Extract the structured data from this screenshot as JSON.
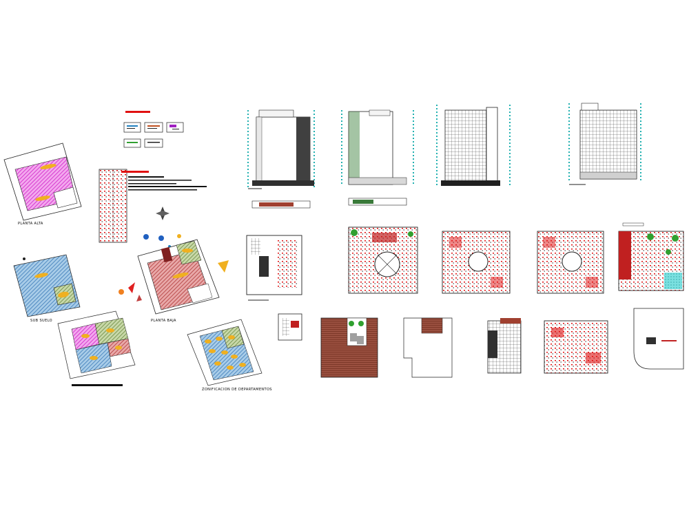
{
  "labels": {
    "planta_alta": "PLANTA ALTA",
    "sub_suelo": "SUB SUELO",
    "planta_baja": "PLANTA BAJA",
    "zonificacion": "ZONIFICACION DE DEPARTAMENTOS"
  },
  "colors": {
    "pink_hatch": "#e040d8",
    "blue_hatch": "#4a90c8",
    "red_hatch": "#c04848",
    "green_hatch": "#7a9a50",
    "yellow_blob": "#f0b020",
    "cyan_dim": "#20b0b0",
    "red_detail": "#e01010",
    "line": "#202020",
    "wood": "#8a4030",
    "green_tree": "#30a030"
  },
  "icons": {
    "north_arrow": "compass-rose-icon",
    "person": "person-icon"
  }
}
